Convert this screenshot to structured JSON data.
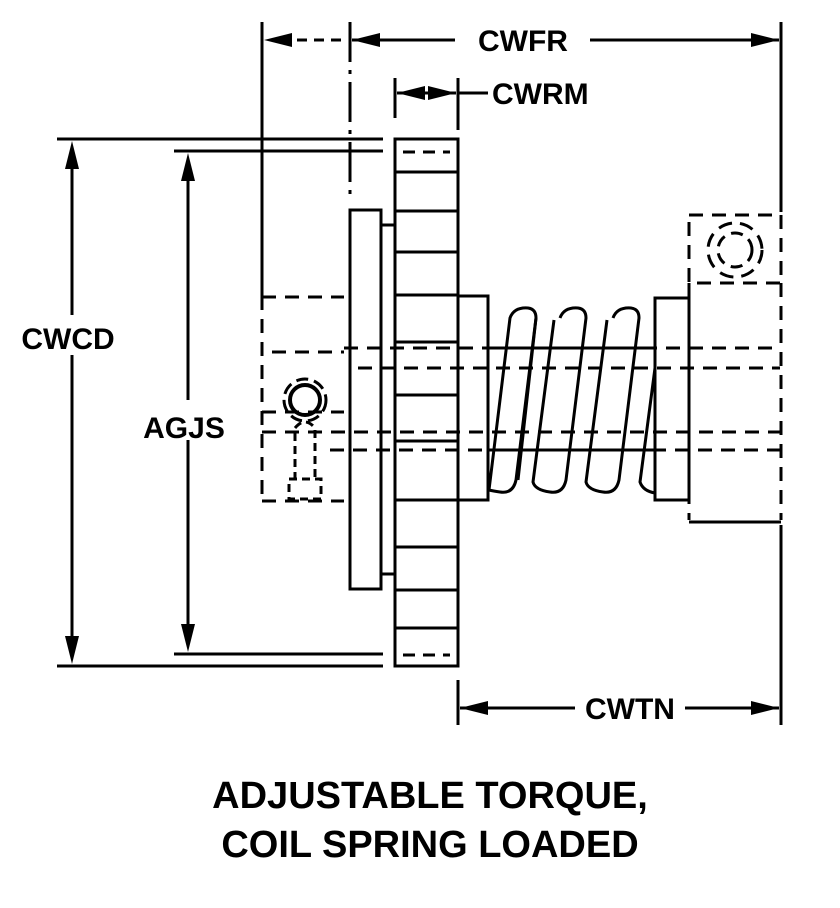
{
  "diagram": {
    "title_line1": "ADJUSTABLE TORQUE,",
    "title_line2": "COIL SPRING LOADED",
    "dimensions": {
      "cwfr": "CWFR",
      "cwrm": "CWRM",
      "cwcd": "CWCD",
      "agjs": "AGJS",
      "cwtn": "CWTN"
    },
    "colors": {
      "ink": "#000000",
      "background": "#ffffff"
    }
  }
}
